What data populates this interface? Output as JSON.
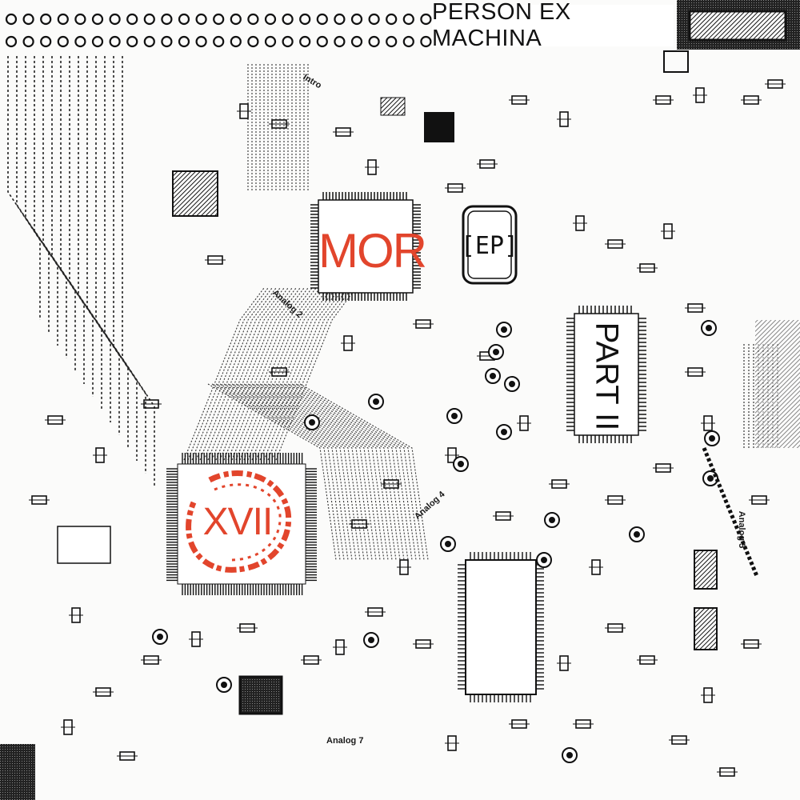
{
  "album": {
    "artist": "PERSON EX MACHINA",
    "title": "MOR",
    "format": "[EP]",
    "part": "PART II",
    "number": "XVII"
  },
  "board_labels": {
    "intro": "Intro",
    "analog_2": "Analog 2",
    "analog_4": "Analog 4",
    "analog_5": "Analog 5",
    "analog_7": "Analog 7"
  },
  "colors": {
    "accent_red": "#e2452c",
    "ink": "#111111",
    "paper": "#fbfbfa"
  }
}
